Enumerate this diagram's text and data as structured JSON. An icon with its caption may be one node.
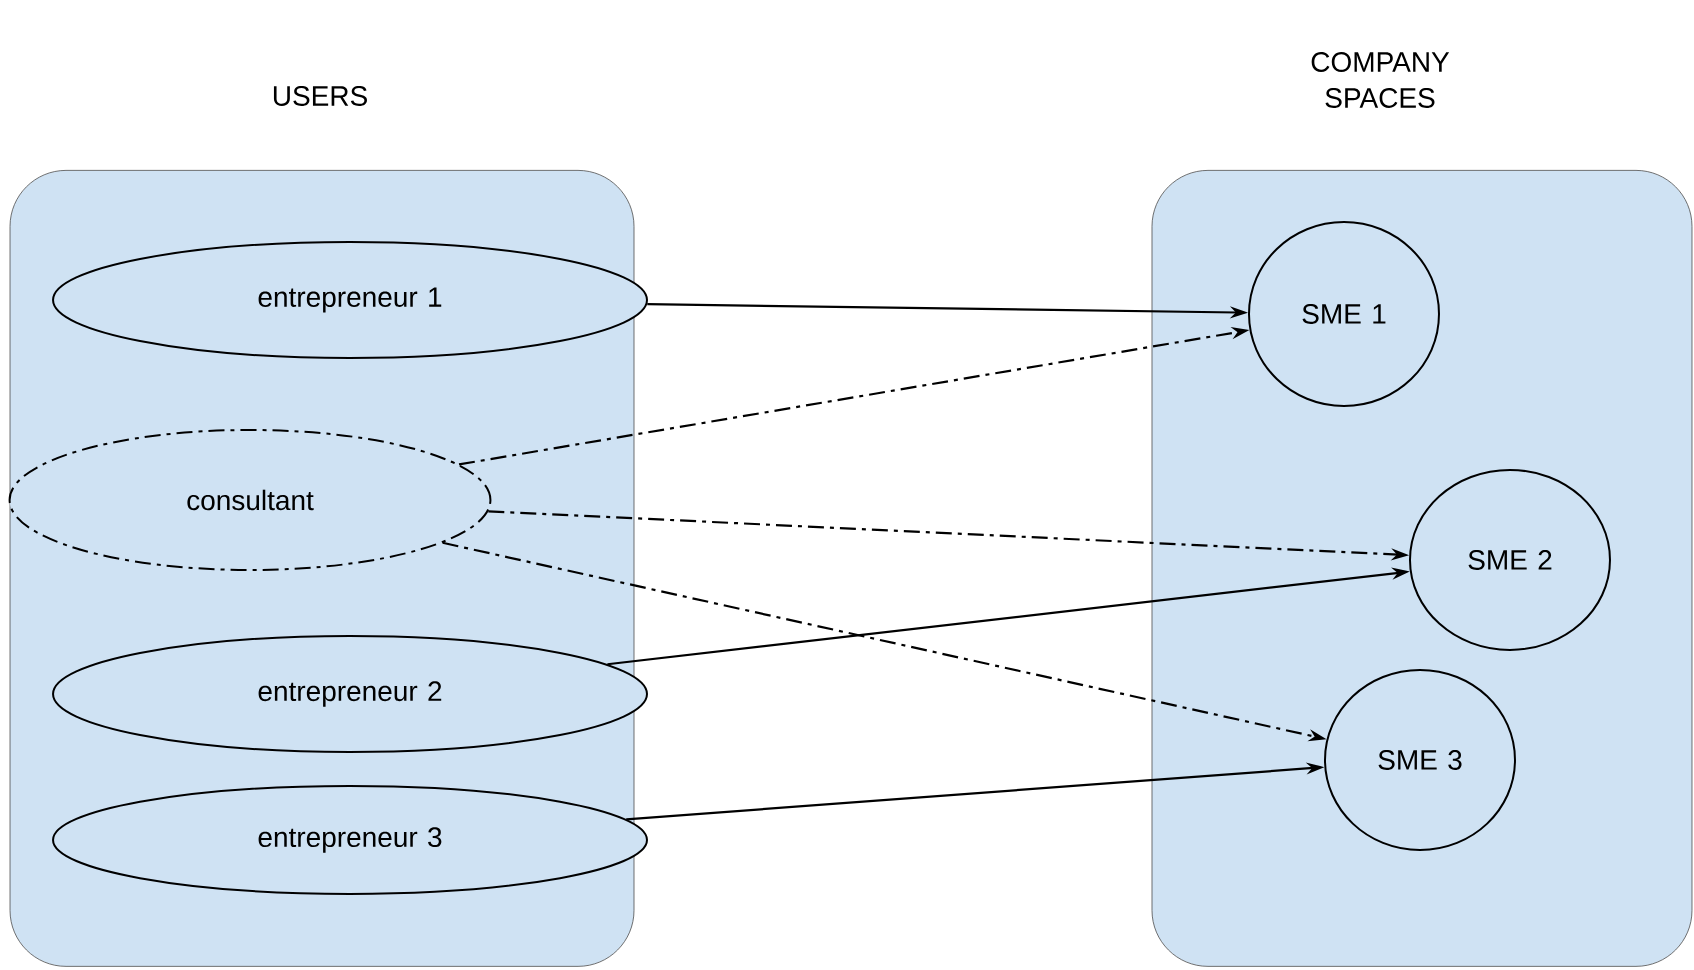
{
  "diagram": {
    "nodes": [
      {
        "text": [
          "USERS"
        ]
      },
      {
        "text": [
          "COMPANY SPACES"
        ]
      },
      {
        "text": [
          "entrepreneur 1"
        ],
        "in": 0
      },
      {
        "text": [
          "consultant"
        ],
        "in": 0
      },
      {
        "text": [
          "entrepreneur 2"
        ],
        "in": 0
      },
      {
        "text": [
          "entrepreneur 3"
        ],
        "in": 0
      },
      {
        "text": [
          "SME 1"
        ],
        "in": 1
      },
      {
        "text": [
          "SME 2"
        ],
        "in": 1
      },
      {
        "text": [
          "SME 3"
        ],
        "in": 1
      }
    ],
    "edges": [
      {
        "from": 2,
        "to": 6,
        "arrow": "to"
      },
      {
        "from": 3,
        "to": 6,
        "arrow": "to",
        "style": "dashed"
      },
      {
        "from": 3,
        "to": 7,
        "arrow": "to",
        "style": "dashed"
      },
      {
        "from": 3,
        "to": 8,
        "arrow": "to",
        "style": "dashed"
      },
      {
        "from": 4,
        "to": 7,
        "arrow": "to"
      },
      {
        "from": 5,
        "to": 8,
        "arrow": "to"
      }
    ]
  }
}
